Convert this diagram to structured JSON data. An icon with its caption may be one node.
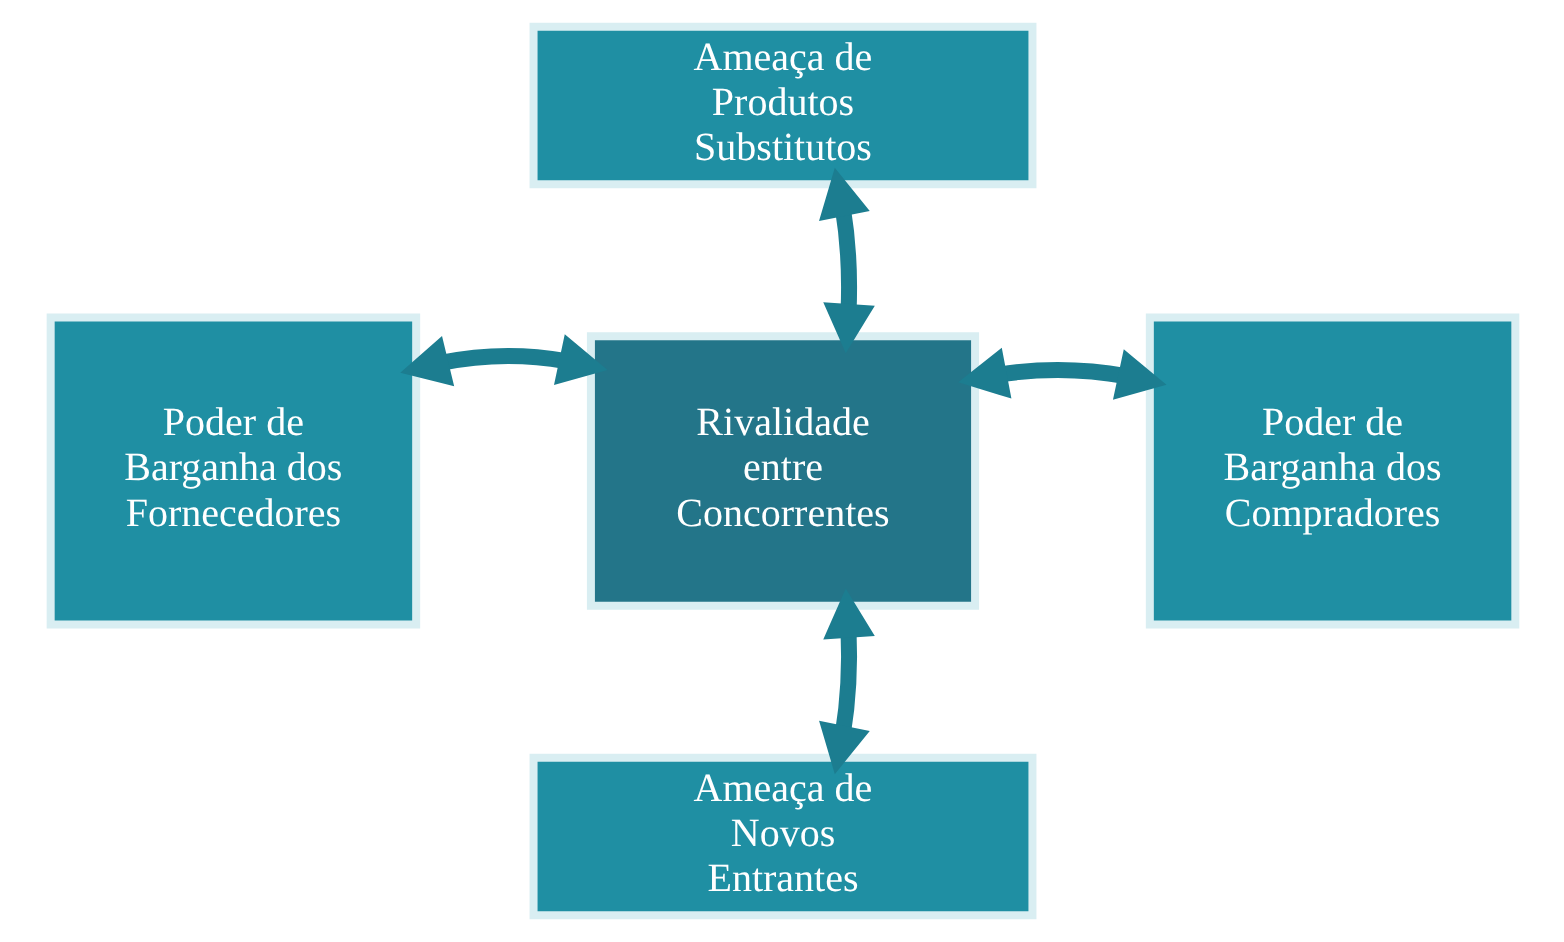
{
  "diagram": {
    "nodes": [
      {
        "text": [
          "Ameaça de Produtos Substitutos"
        ]
      },
      {
        "text": [
          "Poder de Barganha dos Fornecedores"
        ]
      },
      {
        "text": [
          "Rivalidade entre Concorrentes"
        ]
      },
      {
        "text": [
          "Poder de Barganha dos Compradores"
        ]
      },
      {
        "text": [
          "Ameaça de Novos Entrantes"
        ]
      }
    ],
    "edges": [
      {
        "from": 0,
        "to": 2,
        "arrow": "both"
      },
      {
        "from": 1,
        "to": 2,
        "arrow": "both"
      },
      {
        "from": 3,
        "to": 2,
        "arrow": "both"
      },
      {
        "from": 4,
        "to": 2,
        "arrow": "both"
      }
    ]
  }
}
